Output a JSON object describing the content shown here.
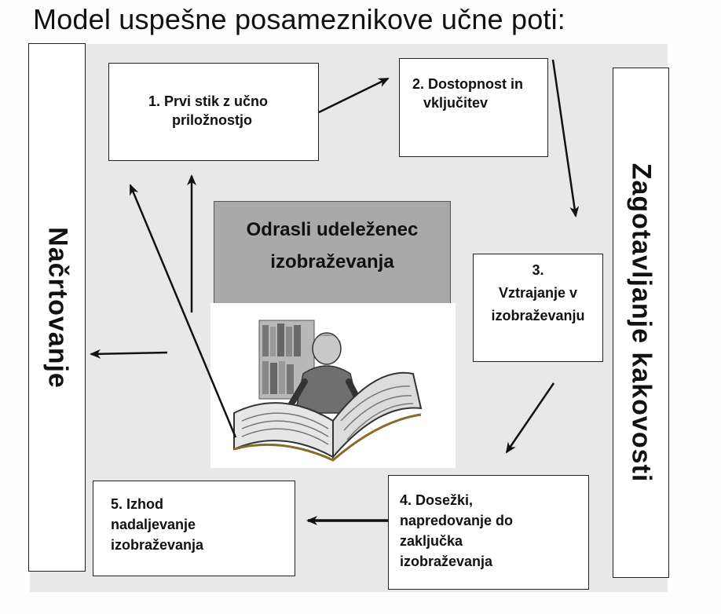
{
  "title": "Model uspešne posameznikove učne poti:",
  "left_label": "Načrtovanje",
  "right_label": "Zagotavljanje kakovosti",
  "center": {
    "line1": "Odrasli udeleženec",
    "line2": "izobraževanja",
    "illustration_icon": "reading-person-book-icon"
  },
  "steps": [
    {
      "lines": [
        "1.  Prvi stik z učno",
        "priložnostjo"
      ]
    },
    {
      "lines": [
        "2. Dostopnost in",
        "vključitev"
      ]
    },
    {
      "lines": [
        "3.",
        "Vztrajanje v",
        "izobraževanju"
      ]
    },
    {
      "lines": [
        "4. Dosežki,",
        "napredovanje  do",
        "zaključka",
        "izobraževanja"
      ]
    },
    {
      "lines": [
        "5.  Izhod",
        "nadaljevanje",
        "izobraževanja"
      ]
    }
  ],
  "colors": {
    "background": "#e8e8e8",
    "center_box": "#a9a9a9",
    "arrow": "#111111"
  }
}
